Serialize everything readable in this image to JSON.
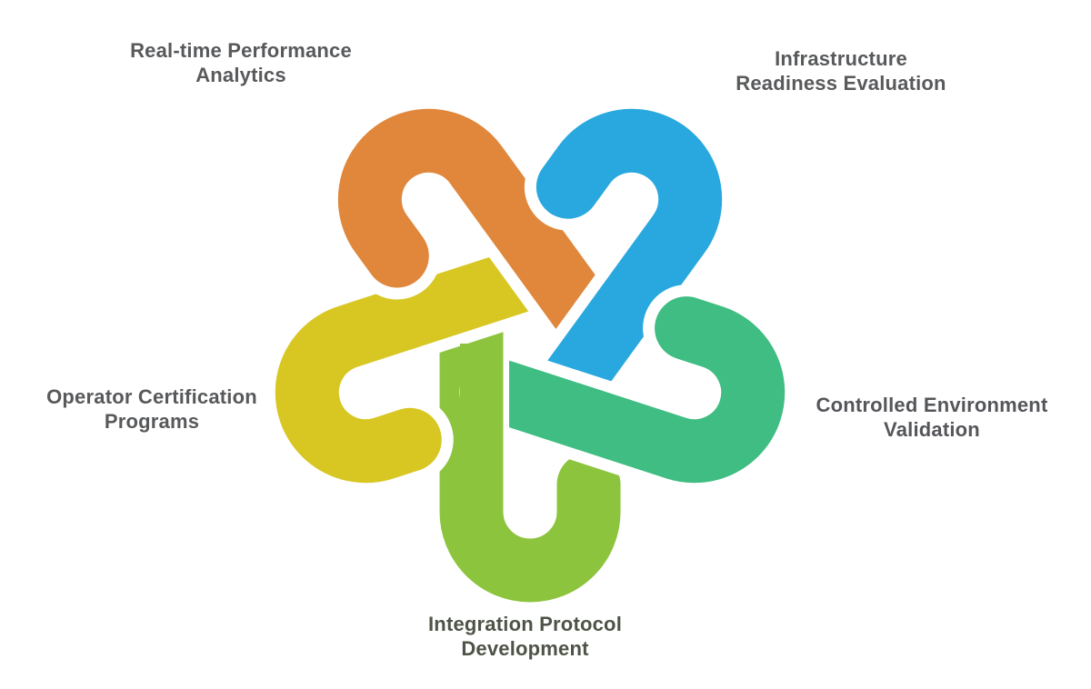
{
  "figure": {
    "type": "interlocking-knot-diagram",
    "background": "#FFFFFF",
    "labels": [
      {
        "position": "top-left",
        "line1": "Real-time Performance",
        "line2": "Analytics",
        "color": "#58595B"
      },
      {
        "position": "top-right",
        "line1": "Infrastructure",
        "line2": "Readiness Evaluation",
        "color": "#58595B"
      },
      {
        "position": "right",
        "line1": "Controlled Environment",
        "line2": "Validation",
        "color": "#55565A"
      },
      {
        "position": "bottom",
        "line1": "Integration Protocol",
        "line2": "Development",
        "color": "#4E5347"
      },
      {
        "position": "left",
        "line1": "Operator Certification",
        "line2": "Programs",
        "color": "#58595B"
      }
    ],
    "colors": {
      "orange": "#E0873C",
      "blue": "#29A8DF",
      "teal": "#3FBD82",
      "green": "#8CC43E",
      "yellow": "#D8C722",
      "outline": "#FFFFFF"
    },
    "loop_label_map": {
      "orange": "Real-time Performance Analytics",
      "blue": "Infrastructure Readiness Evaluation",
      "teal": "Controlled Environment Validation",
      "green": "Integration Protocol Development",
      "yellow": "Operator Certification Programs"
    }
  }
}
